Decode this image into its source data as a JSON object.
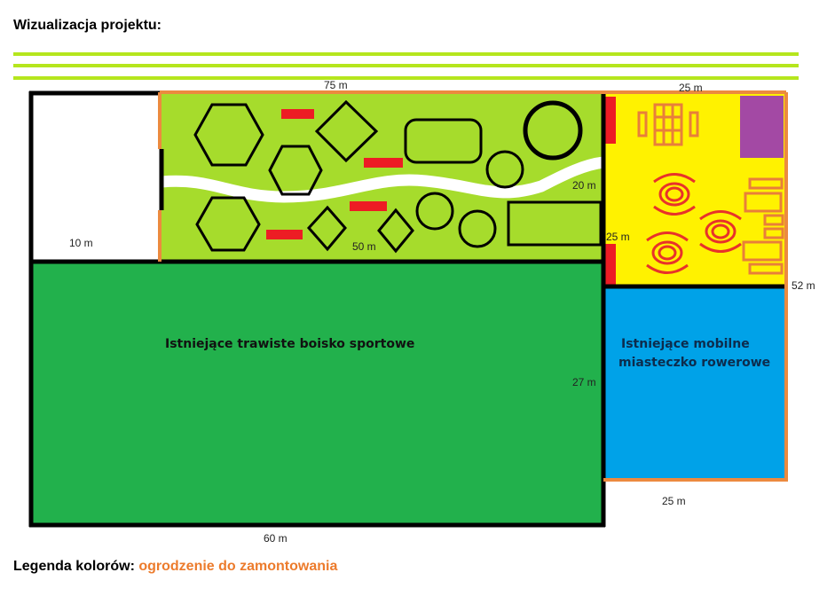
{
  "heading": "Wizualizacja projektu:",
  "legend": {
    "label": "Legenda kolorów",
    "separator": ": ",
    "orange_item": "ogrodzenie do zamontowania"
  },
  "dimensions": {
    "top_main": "75 m",
    "top_right": "25 m",
    "left_white": "10 m",
    "green_strip": "50 m",
    "path_width": "20 m",
    "yellow_height": "25 m",
    "right_total": "52 m",
    "field_height": "27 m",
    "bottom_right": "25 m",
    "bottom_main": "60 m"
  },
  "areas": {
    "field": "Istniejące trawiste boisko sportowe",
    "bike_line1": "Istniejące mobilne",
    "bike_line2": "miasteczko rowerowe"
  },
  "colors": {
    "fence_orange": "#ec8a3f",
    "lime": "#a6dc2c",
    "field_green": "#22b14c",
    "yellow": "#fff200",
    "blue": "#00a2e8",
    "red": "#ed1c24",
    "purple": "#a349a4",
    "stripe_green": "#b5e61d"
  }
}
